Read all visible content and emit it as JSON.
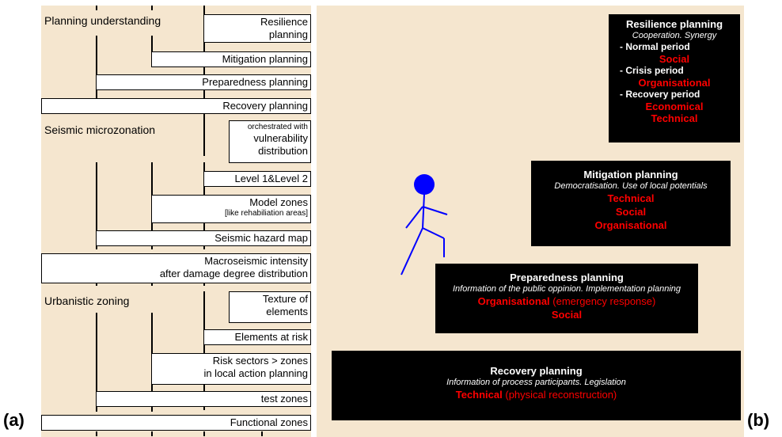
{
  "panel_labels": {
    "a": "(a)",
    "b": "(b)"
  },
  "left": {
    "sections": [
      "Planning understanding",
      "Seismic microzonation",
      "Urbanistic zoning"
    ],
    "boxes": {
      "resilience": [
        "Resilience",
        "planning"
      ],
      "mitigation": "Mitigation planning",
      "preparedness": "Preparedness planning",
      "recovery": "Recovery planning",
      "orchestrated": [
        "orchestrated with",
        "vulnerability",
        "distribution"
      ],
      "level": "Level 1&Level 2",
      "model_zones": [
        "Model zones",
        "[like rehabiliation areas]"
      ],
      "hazard_map": "Seismic hazard map",
      "macroseismic": [
        "Macroseismic intensity",
        "after damage degree distribution"
      ],
      "texture": [
        "Texture of",
        "elements"
      ],
      "elements_risk": "Elements at risk",
      "risk_sectors": [
        "Risk sectors > zones",
        "in local action planning"
      ],
      "test_zones": "test zones",
      "functional": "Functional zones"
    }
  },
  "right": {
    "resilience": {
      "title": "Resilience planning",
      "subtitle": "Cooperation. Synergy",
      "normal": "- Normal period",
      "social": "Social",
      "crisis": "- Crisis period",
      "organisational": "Organisational",
      "recovery": "- Recovery period",
      "economical": "Economical",
      "technical": "Technical"
    },
    "mitigation": {
      "title": "Mitigation planning",
      "subtitle": "Democratisation. Use of local potentials",
      "items": [
        "Technical",
        "Social",
        "Organisational"
      ]
    },
    "preparedness": {
      "title": "Preparedness planning",
      "subtitle": "Information of the public oppinion. Implementation planning",
      "org": "Organisational",
      "org_note": " (emergency response)",
      "social": "Social"
    },
    "recovery": {
      "title": "Recovery planning",
      "subtitle": "Information of process participants. Legislation",
      "tech": "Technical",
      "tech_note": " (physical reconstruction)"
    }
  },
  "colors": {
    "background": "#f5e6cf",
    "red": "#ff0000",
    "figure": "#0000ff"
  }
}
